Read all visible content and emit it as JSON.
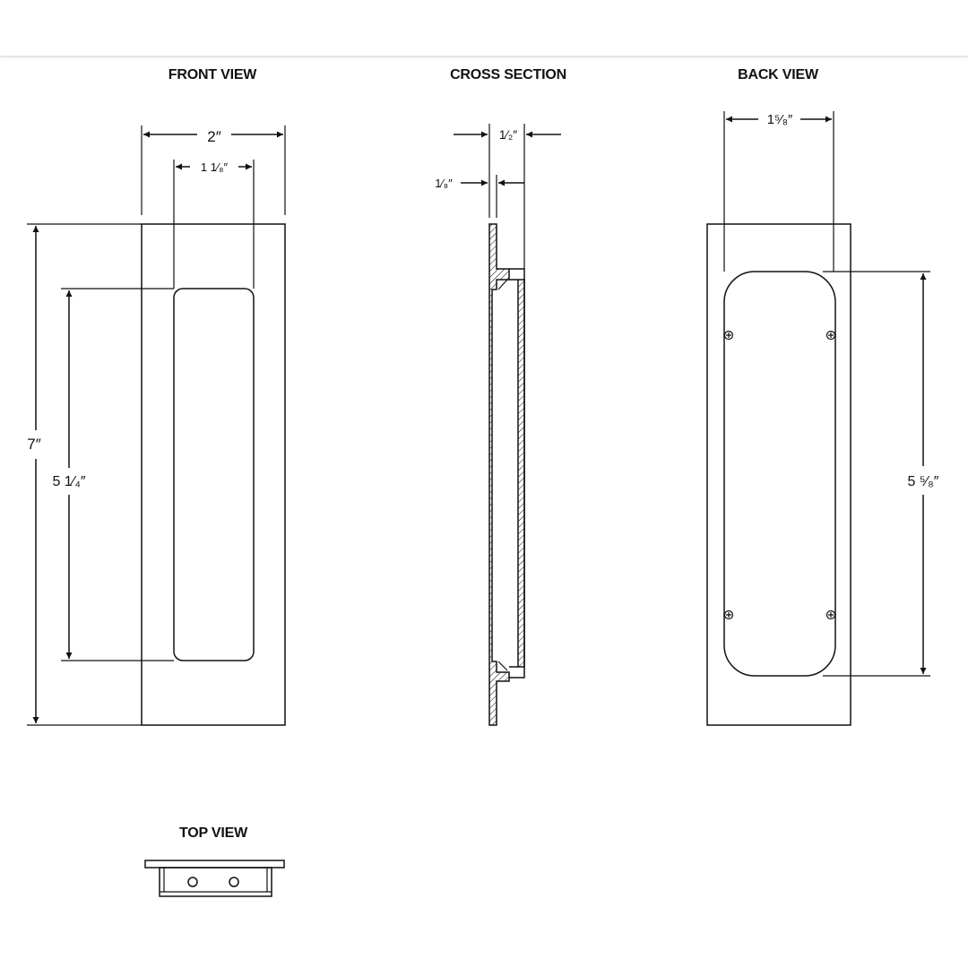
{
  "views": {
    "front": {
      "title": "FRONT VIEW",
      "dim_width": "2″",
      "dim_recess_width": "1 1⁄₈″",
      "dim_height": "7″",
      "dim_recess_height": "5 1⁄₄″"
    },
    "cross_section": {
      "title": "CROSS SECTION",
      "dim_depth": "1⁄₂″",
      "dim_plate": "1⁄₈″"
    },
    "back": {
      "title": "BACK VIEW",
      "dim_width": "1⁵⁄₈″",
      "dim_height": "5 ⁵⁄₈″"
    },
    "top": {
      "title": "TOP VIEW"
    }
  }
}
